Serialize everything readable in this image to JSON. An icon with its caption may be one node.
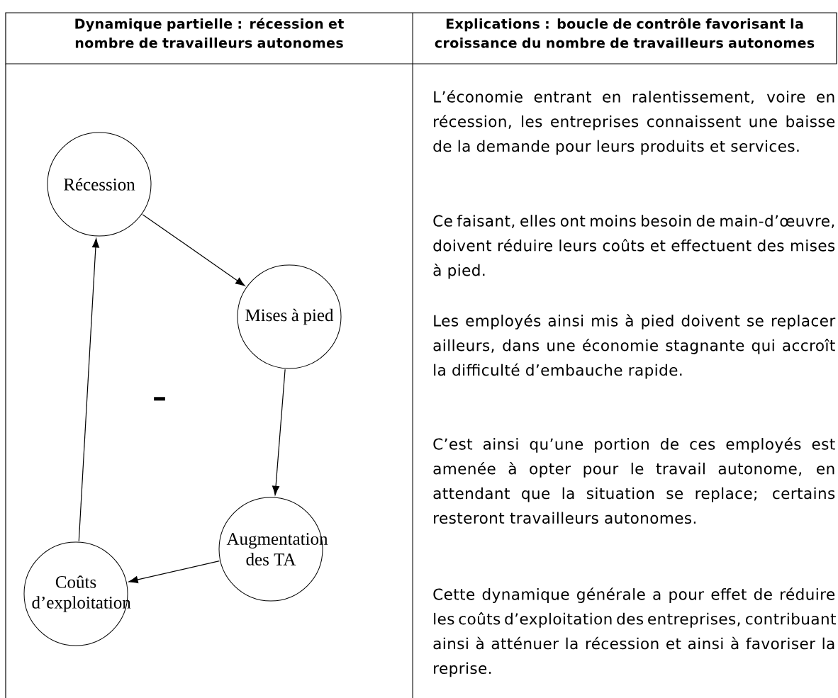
{
  "diagram": {
    "nodes": [
      {
        "text": [
          "Récession"
        ]
      },
      {
        "text": [
          "Mises à pied"
        ]
      },
      {
        "text": [
          "Augmentation des TA"
        ]
      },
      {
        "text": [
          "Coûts d’exploitation"
        ]
      }
    ],
    "edges": [
      {
        "from": 0,
        "to": 1,
        "arrow": "to"
      },
      {
        "from": 1,
        "to": 2,
        "arrow": "to"
      },
      {
        "from": 2,
        "to": 3,
        "arrow": "to"
      },
      {
        "from": 3,
        "to": 0,
        "arrow": "to"
      }
    ],
    "labels": [
      "Dynamique partielle : récession et nombre de travailleurs autonomes",
      "Explications : boucle de contrôle favorisant la croissance du nombre de travailleurs autonomes",
      "–",
      "L’économie entrant en ralentissement, voire en récession, les entreprises connaissent une baisse de la demande pour leurs produits et services.",
      "Ce faisant, elles ont moins besoin de main-d’œuvre, doivent réduire leurs coûts et effectuent des mises à pied.",
      "Les employés ainsi mis à pied doivent se replacer ailleurs, dans une économie stagnante qui accroît la difficulté d’embauche rapide.",
      "C’est ainsi qu’une portion de ces employés est amenée à opter pour le travail autonome, en attendant que la situation se replace; certains resteront travailleurs autonomes.",
      "Cette dynamique générale a pour effet de réduire les coûts d’exploitation des entreprises, contribuant ainsi à atténuer la récession et ainsi à favoriser la reprise."
    ]
  }
}
